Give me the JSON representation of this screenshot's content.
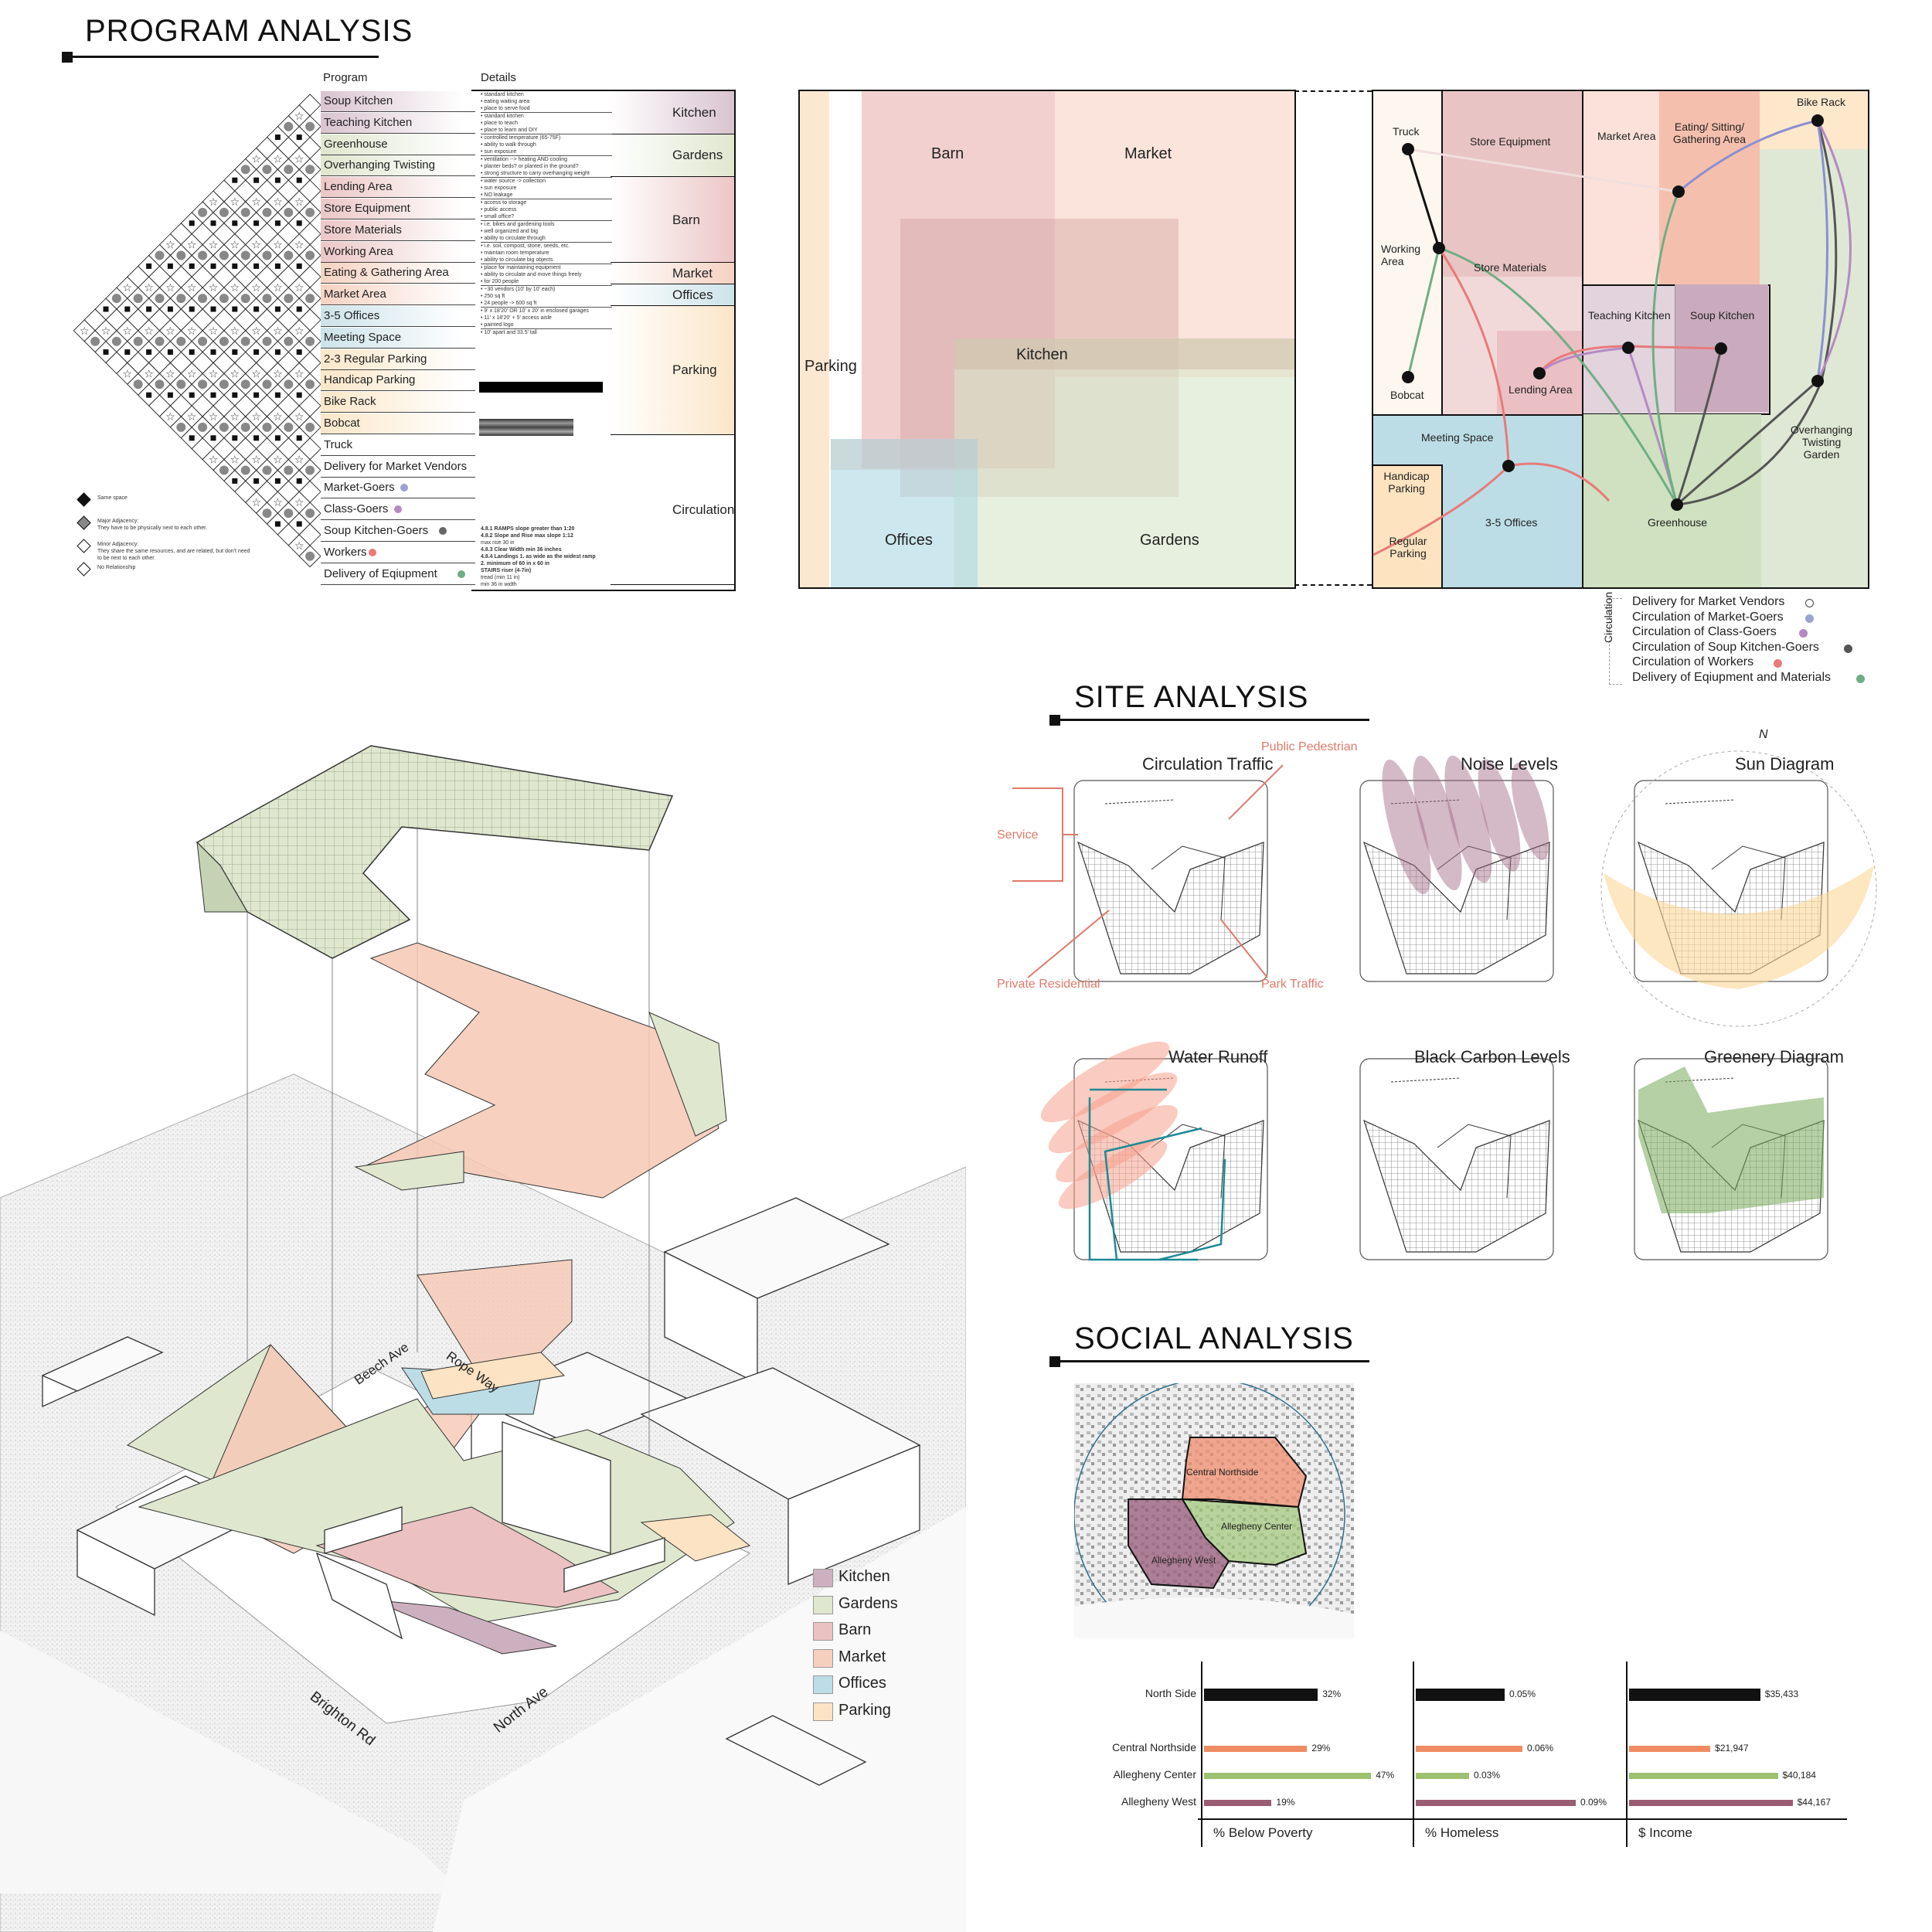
{
  "program": {
    "title": "PROGRAM ANALYSIS",
    "col_program": "Program",
    "col_details": "Details",
    "items": [
      {
        "label": "Soup Kitchen",
        "color": "#d9c3cf"
      },
      {
        "label": "Teaching Kitchen",
        "color": "#d9c3cf"
      },
      {
        "label": "Greenhouse",
        "color": "#dfe7cf"
      },
      {
        "label": "Overhanging Twisting Garden",
        "color": "#dfe7cf"
      },
      {
        "label": "Lending Area",
        "color": "#ecc6c6"
      },
      {
        "label": "Store Equipment",
        "color": "#ecc6c6"
      },
      {
        "label": "Store Materials",
        "color": "#ecc6c6"
      },
      {
        "label": "Working Area",
        "color": "#ecc6c6"
      },
      {
        "label": "Eating & Gathering Area",
        "color": "#f6d2c2"
      },
      {
        "label": "Market Area",
        "color": "#f6d2c2"
      },
      {
        "label": "3-5 Offices",
        "color": "#cde3ea"
      },
      {
        "label": "Meeting Space",
        "color": "#cde3ea"
      },
      {
        "label": "2-3 Regular Parking",
        "color": "#fbe6c8"
      },
      {
        "label": "Handicap Parking",
        "color": "#fbe6c8"
      },
      {
        "label": "Bike Rack",
        "color": "#fbe6c8"
      },
      {
        "label": "Bobcat",
        "color": "#fbe6c8"
      },
      {
        "label": "Truck",
        "color": "#ffffff"
      },
      {
        "label": "Delivery for Market Vendors",
        "color": "#ffffff"
      },
      {
        "label": "Market-Goers",
        "color": "#ffffff",
        "dot": "#9aa3cf"
      },
      {
        "label": "Class-Goers",
        "color": "#ffffff",
        "dot": "#b48ac4"
      },
      {
        "label": "Soup Kitchen-Goers",
        "color": "#ffffff",
        "dot": "#666666"
      },
      {
        "label": "Workers",
        "color": "#ffffff",
        "dot": "#e87a7a"
      },
      {
        "label": "Delivery of Eqiupment",
        "color": "#ffffff",
        "dot": "#6fae84"
      }
    ],
    "categories": [
      {
        "label": "Kitchen"
      },
      {
        "label": "Gardens"
      },
      {
        "label": "Barn"
      },
      {
        "label": "Market"
      },
      {
        "label": "Offices"
      },
      {
        "label": "Parking"
      },
      {
        "label": "Circulation"
      }
    ],
    "details": [
      "• standard kitchen",
      "• eating waiting area",
      "• place to serve food",
      "• standard kitchen",
      "• place to teach",
      "• place to learn and DIY",
      "• controlled temperature (65-75F)",
      "• ability to walk through",
      "• sun exposure",
      "• ventilation --> heating AND cooling",
      "• planter beds? or planted in the ground?",
      "• strong structure to carry overhanging weight",
      "• water source -> collection",
      "• sun exposure",
      "• NO leakage",
      "• access to storage",
      "• public access",
      "• small office?",
      "• i.e. bikes and gardening tools",
      "• well organized and big",
      "• ability to circulate through",
      "• i.e. soil, compost, stone, seeds, etc.",
      "• maintain room temperature",
      "• ability to circulate big objects",
      "• place for maintaining equipment",
      "• ability to circulate and move things freely",
      "• for 200 people",
      "• ~30 vendors (10' by 10' each)",
      "• 250 sq ft",
      "• 24 people -> 600 sq ft",
      "• 9' x 18'20' OR 10' x 20' in enclosed garages",
      "• 11' x 18'20' + 5' access aisle",
      "• painted logo",
      "• 10' apart and 33.5' tall"
    ],
    "circ_details": [
      "4.8.1 RAMPS slope greater than 1:20",
      "4.8.2 Slope and Rise max slope 1:12",
      "max rise 30 in",
      "4.8.3 Clear Width min 36 inches",
      "4.8.4 Landings 1. as wide as the widest ramp",
      "2. minimum of 60 in x 60 in",
      "STAIRS riser (4-7in)",
      "tread (min 11 in)",
      "min 36 in width"
    ],
    "key": [
      {
        "label": "Same space"
      },
      {
        "label": "Major Adjacency:",
        "sub": "They have to be physically next to each other."
      },
      {
        "label": "Minor Adjacency:",
        "sub": "They share the same resources, and are related, but don't need to be next to each other."
      },
      {
        "label": "No Relationship"
      }
    ]
  },
  "bubble": {
    "labels": [
      "Barn",
      "Market",
      "Kitchen",
      "Parking",
      "Offices",
      "Gardens"
    ]
  },
  "plan": {
    "labels": [
      "Truck",
      "Store Equipment",
      "Market Area",
      "Eating/ Sitting/ Gathering Area",
      "Bike Rack",
      "Working Area",
      "Store Materials",
      "Teaching Kitchen",
      "Soup Kitchen",
      "Bobcat",
      "Lending Area",
      "Meeting Space",
      "Overhanging Twisting Garden",
      "Handicap Parking",
      "3-5 Offices",
      "Greenhouse",
      "Regular Parking"
    ],
    "legend_heading": "Circulation",
    "legend": [
      {
        "label": "Delivery for Market Vendors",
        "color": "#ffffff"
      },
      {
        "label": "Circulation of Market-Goers",
        "color": "#9aa3cf"
      },
      {
        "label": "Circulation of Class-Goers",
        "color": "#b48ac4"
      },
      {
        "label": "Circulation of Soup Kitchen-Goers",
        "color": "#555555"
      },
      {
        "label": "Circulation of Workers",
        "color": "#e87a7a"
      },
      {
        "label": "Delivery of Eqiupment and Materials",
        "color": "#6fae84"
      }
    ]
  },
  "site": {
    "title": "SITE ANALYSIS",
    "diagrams": [
      "Circulation Traffic",
      "Noise Levels",
      "Sun Diagram",
      "Water Runoff",
      "Black Carbon Levels",
      "Greenery Diagram"
    ],
    "traffic_labels": [
      "Public Pedestrian",
      "Service",
      "Private Residential",
      "Park Traffic"
    ],
    "north": "N"
  },
  "social": {
    "title": "SOCIAL ANALYSIS",
    "map_labels": [
      "Central Northside",
      "Allegheny Center",
      "Allegheny West"
    ]
  },
  "axon": {
    "streets": [
      "Beech Ave",
      "Rope Way",
      "Brighton Rd",
      "North Ave"
    ],
    "legend": [
      {
        "label": "Kitchen",
        "color": "#cdb0c0"
      },
      {
        "label": "Gardens",
        "color": "#dfe7cf"
      },
      {
        "label": "Barn",
        "color": "#ecc1c1"
      },
      {
        "label": "Market",
        "color": "#f7cfbf"
      },
      {
        "label": "Offices",
        "color": "#bcdde6"
      },
      {
        "label": "Parking",
        "color": "#fbe3c3"
      }
    ]
  },
  "chart_data": {
    "type": "bar",
    "categories": [
      "North Side",
      "Central Northside",
      "Allegheny Center",
      "Allegheny West"
    ],
    "category_colors": [
      "#111111",
      "#ef8c63",
      "#9dc16f",
      "#9a5c72"
    ],
    "series": [
      {
        "name": "% Below Poverty",
        "values": [
          32,
          29,
          47,
          19
        ],
        "labels": [
          "32%",
          "29%",
          "47%",
          "19%"
        ],
        "max": 50
      },
      {
        "name": "% Homeless",
        "values": [
          0.05,
          0.06,
          0.03,
          0.09
        ],
        "labels": [
          "0.05%",
          "0.06%",
          "0.03%",
          "0.09%"
        ],
        "max": 0.1
      },
      {
        "name": "$ Income",
        "values": [
          35433,
          21947,
          40184,
          44167
        ],
        "labels": [
          "$35,433",
          "$21,947",
          "$40,184",
          "$44,167"
        ],
        "max": 48000
      }
    ]
  }
}
